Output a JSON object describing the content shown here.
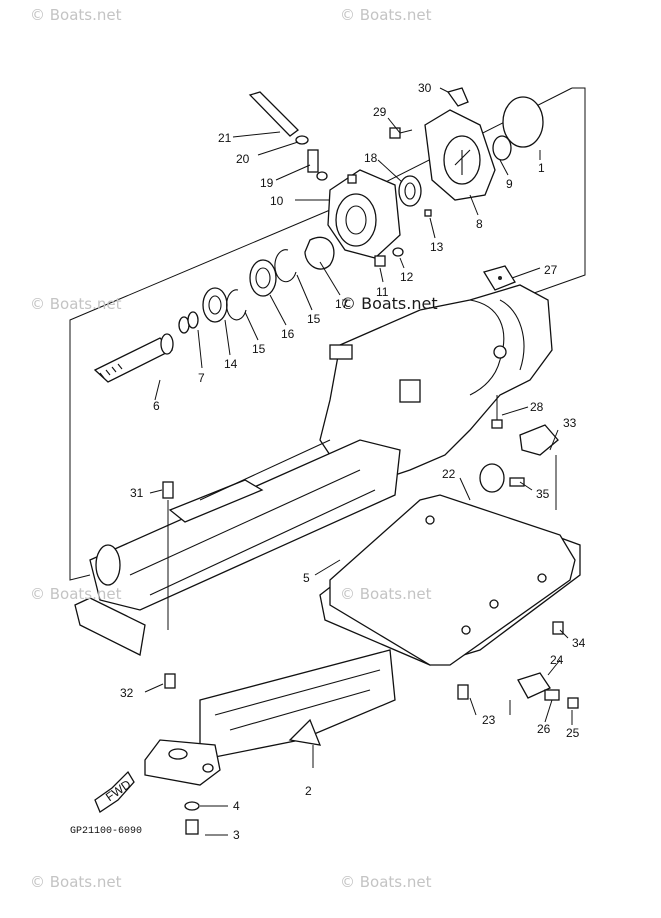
{
  "watermarks": {
    "site": "© Boats.net"
  },
  "diagram_code": "GP21100-6090",
  "fwd_label": "FWD",
  "callouts": [
    "1",
    "2",
    "3",
    "4",
    "5",
    "6",
    "7",
    "8",
    "9",
    "10",
    "11",
    "12",
    "13",
    "14",
    "15",
    "15",
    "16",
    "17",
    "18",
    "19",
    "20",
    "21",
    "22",
    "23",
    "24",
    "25",
    "26",
    "27",
    "28",
    "29",
    "30",
    "31",
    "32",
    "33",
    "34",
    "35"
  ]
}
